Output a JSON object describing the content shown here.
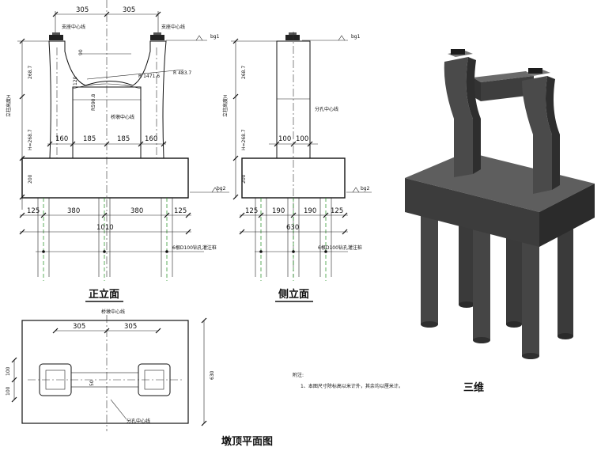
{
  "front_view": {
    "title": "正立面",
    "dims_top": [
      "305",
      "305"
    ],
    "bearing_label_left": "支座中心线",
    "bearing_label_right": "支座中心线",
    "level_top": "bg1",
    "level_bottom": "bg2",
    "dim_268": "268.7",
    "dim_H": "H=268.7",
    "pier_height_label": "立柱高度H",
    "dim_120": "120",
    "dim_90": "90",
    "dim_r1471": "R 1471.6",
    "dim_r483": "R 483.7",
    "dim_r590": "R590.8",
    "bridge_center_label": "桥墩中心线",
    "col_dims": [
      "160",
      "185",
      "185",
      "160"
    ],
    "dim_200": "200",
    "pile_dims": [
      "125",
      "380",
      "380",
      "125"
    ],
    "total": "1010",
    "pile_label": "6根D100钻孔灌注桩"
  },
  "side_view": {
    "title": "侧立面",
    "level_top": "bg1",
    "level_bottom": "bg2",
    "dim_268": "268.7",
    "dim_H": "H=268.7",
    "pier_height_label": "立柱高度H",
    "center_label": "分孔中心线",
    "col_dims": [
      "100",
      "100"
    ],
    "dim_200": "200",
    "pile_dims": [
      "125",
      "190",
      "190",
      "125"
    ],
    "total": "630",
    "pile_label": "6根D100钻孔灌注桩"
  },
  "plan_view": {
    "title": "墩顶平面图",
    "bridge_center_label": "桥墩中心线",
    "dims_top": [
      "305",
      "305"
    ],
    "left_dims": [
      "100",
      "100"
    ],
    "center_dim": "50",
    "right_dim": "630",
    "center_label": "分孔中心线"
  },
  "notes": {
    "heading": "附注:",
    "line1": "1、本图尺寸除标高以米计外，其余均以厘米计。"
  },
  "three_d": {
    "title": "三维"
  },
  "colors": {
    "line": "#111111",
    "center_dash": "#1a8a1a",
    "concrete_top": "#5e5e5e",
    "concrete_front": "#3c3c3c",
    "concrete_side": "#2b2b2b"
  }
}
